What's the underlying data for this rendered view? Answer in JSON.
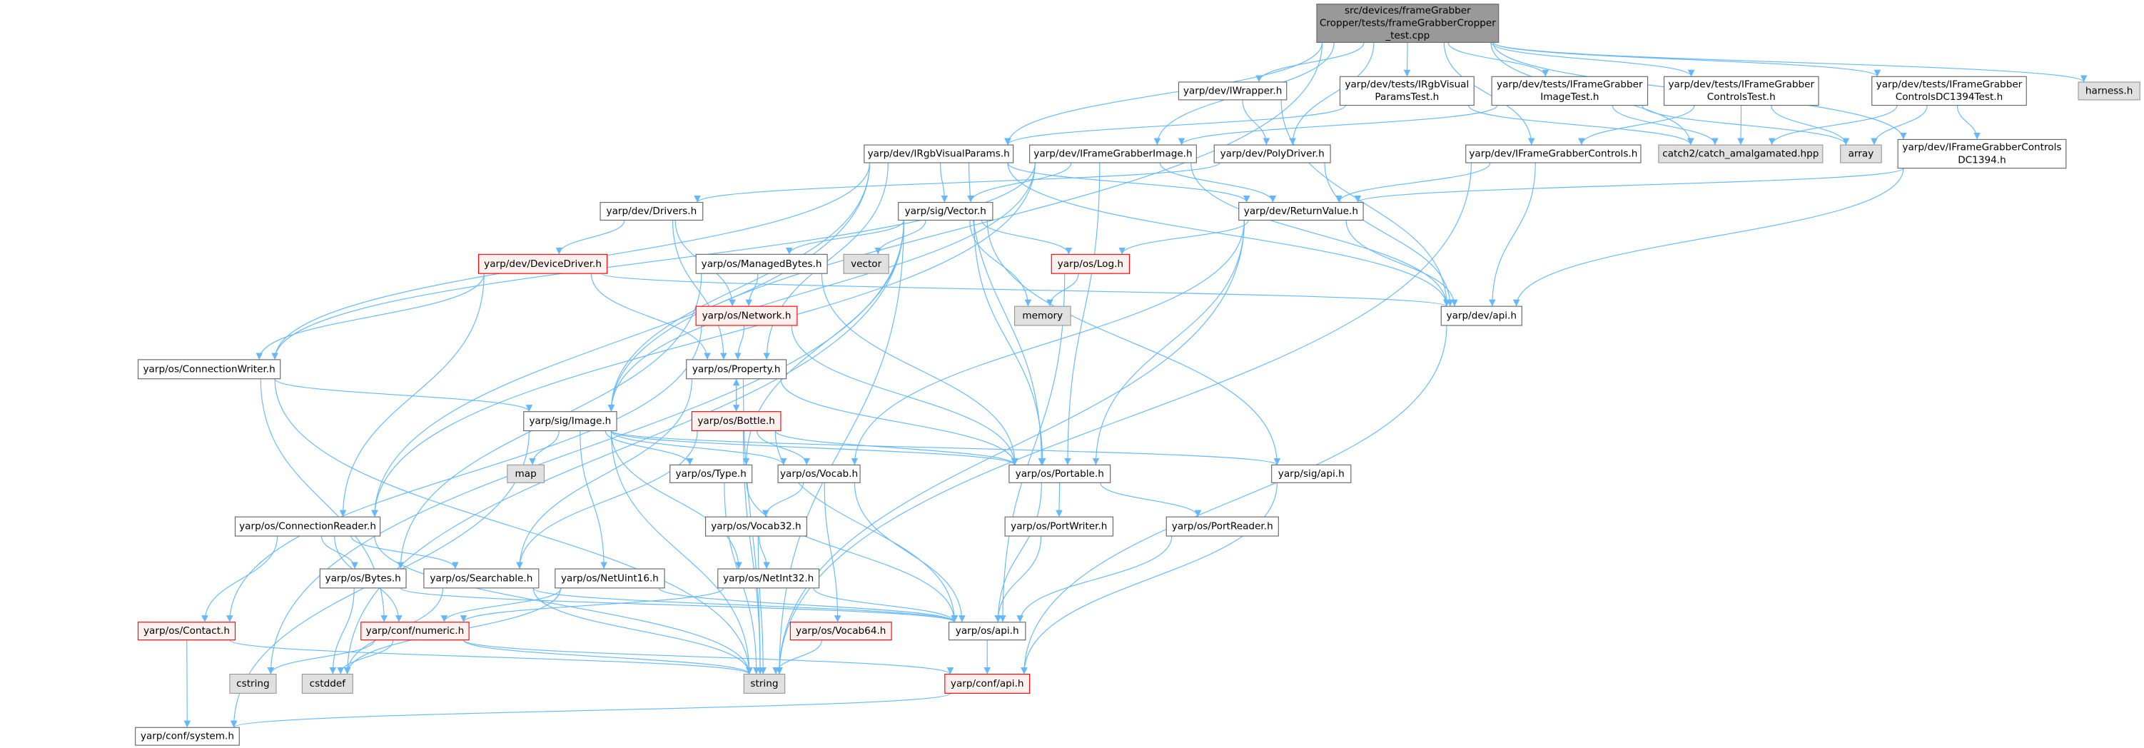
{
  "colors": {
    "edge": "#63b8ff",
    "root_fill": "#999999",
    "external_fill": "#e0e0e0",
    "truncated_border": "#ff0000",
    "truncated_fill": "#fff0f0"
  },
  "nodes": [
    {
      "id": "root",
      "kind": "root",
      "lines": [
        "src/devices/frameGrabber",
        "Cropper/tests/frameGrabberCropper",
        "_test.cpp"
      ]
    },
    {
      "id": "IWrapper",
      "kind": "normal",
      "lines": [
        "yarp/dev/IWrapper.h"
      ]
    },
    {
      "id": "IRgbVisualParamsTest",
      "kind": "normal",
      "lines": [
        "yarp/dev/tests/IRgbVisual",
        "ParamsTest.h"
      ]
    },
    {
      "id": "IFrameGrabberImageTest",
      "kind": "normal",
      "lines": [
        "yarp/dev/tests/IFrameGrabber",
        "ImageTest.h"
      ]
    },
    {
      "id": "IFrameGrabberControlsTest",
      "kind": "normal",
      "lines": [
        "yarp/dev/tests/IFrameGrabber",
        "ControlsTest.h"
      ]
    },
    {
      "id": "DC1394Test",
      "kind": "normal",
      "lines": [
        "yarp/dev/tests/IFrameGrabber",
        "ControlsDC1394Test.h"
      ]
    },
    {
      "id": "harness",
      "kind": "external",
      "lines": [
        "harness.h"
      ]
    },
    {
      "id": "IRgbVisualParams",
      "kind": "normal",
      "lines": [
        "yarp/dev/IRgbVisualParams.h"
      ]
    },
    {
      "id": "IFrameGrabberImage",
      "kind": "normal",
      "lines": [
        "yarp/dev/IFrameGrabberImage.h"
      ]
    },
    {
      "id": "PolyDriver",
      "kind": "normal",
      "lines": [
        "yarp/dev/PolyDriver.h"
      ]
    },
    {
      "id": "IFrameGrabberControls",
      "kind": "normal",
      "lines": [
        "yarp/dev/IFrameGrabberControls.h"
      ]
    },
    {
      "id": "catch2",
      "kind": "external",
      "lines": [
        "catch2/catch_amalgamated.hpp"
      ]
    },
    {
      "id": "array",
      "kind": "external",
      "lines": [
        "array"
      ]
    },
    {
      "id": "DC1394",
      "kind": "normal",
      "lines": [
        "yarp/dev/IFrameGrabberControls",
        "DC1394.h"
      ]
    },
    {
      "id": "Drivers",
      "kind": "normal",
      "lines": [
        "yarp/dev/Drivers.h"
      ]
    },
    {
      "id": "Vector",
      "kind": "normal",
      "lines": [
        "yarp/sig/Vector.h"
      ]
    },
    {
      "id": "ReturnValue",
      "kind": "normal",
      "lines": [
        "yarp/dev/ReturnValue.h"
      ]
    },
    {
      "id": "DeviceDriver",
      "kind": "truncated",
      "lines": [
        "yarp/dev/DeviceDriver.h"
      ]
    },
    {
      "id": "ManagedBytes",
      "kind": "normal",
      "lines": [
        "yarp/os/ManagedBytes.h"
      ]
    },
    {
      "id": "vector",
      "kind": "external",
      "lines": [
        "vector"
      ]
    },
    {
      "id": "Log",
      "kind": "truncated",
      "lines": [
        "yarp/os/Log.h"
      ]
    },
    {
      "id": "memory",
      "kind": "external",
      "lines": [
        "memory"
      ]
    },
    {
      "id": "Network",
      "kind": "truncated",
      "lines": [
        "yarp/os/Network.h"
      ]
    },
    {
      "id": "devapi",
      "kind": "normal",
      "lines": [
        "yarp/dev/api.h"
      ]
    },
    {
      "id": "ConnectionWriter",
      "kind": "normal",
      "lines": [
        "yarp/os/ConnectionWriter.h"
      ]
    },
    {
      "id": "Property",
      "kind": "normal",
      "lines": [
        "yarp/os/Property.h"
      ]
    },
    {
      "id": "Image",
      "kind": "normal",
      "lines": [
        "yarp/sig/Image.h"
      ]
    },
    {
      "id": "Bottle",
      "kind": "truncated",
      "lines": [
        "yarp/os/Bottle.h"
      ]
    },
    {
      "id": "map",
      "kind": "external",
      "lines": [
        "map"
      ]
    },
    {
      "id": "Type",
      "kind": "normal",
      "lines": [
        "yarp/os/Type.h"
      ]
    },
    {
      "id": "Vocab",
      "kind": "normal",
      "lines": [
        "yarp/os/Vocab.h"
      ]
    },
    {
      "id": "Portable",
      "kind": "normal",
      "lines": [
        "yarp/os/Portable.h"
      ]
    },
    {
      "id": "sigapi",
      "kind": "normal",
      "lines": [
        "yarp/sig/api.h"
      ]
    },
    {
      "id": "ConnectionReader",
      "kind": "normal",
      "lines": [
        "yarp/os/ConnectionReader.h"
      ]
    },
    {
      "id": "Vocab32",
      "kind": "normal",
      "lines": [
        "yarp/os/Vocab32.h"
      ]
    },
    {
      "id": "PortWriter",
      "kind": "normal",
      "lines": [
        "yarp/os/PortWriter.h"
      ]
    },
    {
      "id": "PortReader",
      "kind": "normal",
      "lines": [
        "yarp/os/PortReader.h"
      ]
    },
    {
      "id": "Bytes",
      "kind": "normal",
      "lines": [
        "yarp/os/Bytes.h"
      ]
    },
    {
      "id": "Searchable",
      "kind": "normal",
      "lines": [
        "yarp/os/Searchable.h"
      ]
    },
    {
      "id": "NetUint16",
      "kind": "normal",
      "lines": [
        "yarp/os/NetUint16.h"
      ]
    },
    {
      "id": "NetInt32",
      "kind": "normal",
      "lines": [
        "yarp/os/NetInt32.h"
      ]
    },
    {
      "id": "Contact",
      "kind": "truncated",
      "lines": [
        "yarp/os/Contact.h"
      ]
    },
    {
      "id": "numeric",
      "kind": "truncated",
      "lines": [
        "yarp/conf/numeric.h"
      ]
    },
    {
      "id": "Vocab64",
      "kind": "truncated",
      "lines": [
        "yarp/os/Vocab64.h"
      ]
    },
    {
      "id": "osapi",
      "kind": "normal",
      "lines": [
        "yarp/os/api.h"
      ]
    },
    {
      "id": "cstring",
      "kind": "external",
      "lines": [
        "cstring"
      ]
    },
    {
      "id": "cstddef",
      "kind": "external",
      "lines": [
        "cstddef"
      ]
    },
    {
      "id": "string",
      "kind": "external",
      "lines": [
        "string"
      ]
    },
    {
      "id": "confapi",
      "kind": "truncated",
      "lines": [
        "yarp/conf/api.h"
      ]
    },
    {
      "id": "system",
      "kind": "normal",
      "lines": [
        "yarp/conf/system.h"
      ]
    }
  ],
  "edges": [
    [
      "root",
      "IWrapper"
    ],
    [
      "root",
      "IRgbVisualParamsTest"
    ],
    [
      "root",
      "IFrameGrabberImageTest"
    ],
    [
      "root",
      "IFrameGrabberControlsTest"
    ],
    [
      "root",
      "DC1394Test"
    ],
    [
      "root",
      "harness"
    ],
    [
      "root",
      "IRgbVisualParams"
    ],
    [
      "root",
      "IFrameGrabberImage"
    ],
    [
      "root",
      "PolyDriver"
    ],
    [
      "root",
      "IFrameGrabberControls"
    ],
    [
      "root",
      "catch2"
    ],
    [
      "root",
      "DC1394"
    ],
    [
      "root",
      "Image"
    ],
    [
      "IWrapper",
      "PolyDriver"
    ],
    [
      "IWrapper",
      "devapi"
    ],
    [
      "IRgbVisualParamsTest",
      "IRgbVisualParams"
    ],
    [
      "IRgbVisualParamsTest",
      "catch2"
    ],
    [
      "IFrameGrabberImageTest",
      "IFrameGrabberImage"
    ],
    [
      "IFrameGrabberImageTest",
      "catch2"
    ],
    [
      "IFrameGrabberImageTest",
      "array"
    ],
    [
      "IFrameGrabberControlsTest",
      "IFrameGrabberControls"
    ],
    [
      "IFrameGrabberControlsTest",
      "catch2"
    ],
    [
      "IFrameGrabberControlsTest",
      "array"
    ],
    [
      "DC1394Test",
      "catch2"
    ],
    [
      "DC1394Test",
      "array"
    ],
    [
      "DC1394Test",
      "DC1394"
    ],
    [
      "DC1394",
      "ReturnValue"
    ],
    [
      "DC1394",
      "devapi"
    ],
    [
      "IFrameGrabberControls",
      "ReturnValue"
    ],
    [
      "IFrameGrabberControls",
      "devapi"
    ],
    [
      "IFrameGrabberControls",
      "string"
    ],
    [
      "IRgbVisualParams",
      "Vector"
    ],
    [
      "IRgbVisualParams",
      "ReturnValue"
    ],
    [
      "IRgbVisualParams",
      "devapi"
    ],
    [
      "IRgbVisualParams",
      "Property"
    ],
    [
      "IRgbVisualParams",
      "ConnectionWriter"
    ],
    [
      "IRgbVisualParams",
      "ConnectionReader"
    ],
    [
      "IRgbVisualParams",
      "Portable"
    ],
    [
      "IRgbVisualParams",
      "Image"
    ],
    [
      "IFrameGrabberImage",
      "Vector"
    ],
    [
      "IFrameGrabberImage",
      "Image"
    ],
    [
      "IFrameGrabberImage",
      "ReturnValue"
    ],
    [
      "IFrameGrabberImage",
      "devapi"
    ],
    [
      "IFrameGrabberImage",
      "Portable"
    ],
    [
      "IFrameGrabberImage",
      "ConnectionReader"
    ],
    [
      "IFrameGrabberImage",
      "ConnectionWriter"
    ],
    [
      "PolyDriver",
      "Drivers"
    ],
    [
      "PolyDriver",
      "devapi"
    ],
    [
      "Drivers",
      "DeviceDriver"
    ],
    [
      "Drivers",
      "Property"
    ],
    [
      "Drivers",
      "Network"
    ],
    [
      "DeviceDriver",
      "ConnectionWriter"
    ],
    [
      "DeviceDriver",
      "ConnectionReader"
    ],
    [
      "DeviceDriver",
      "Property"
    ],
    [
      "DeviceDriver",
      "devapi"
    ],
    [
      "Vector",
      "ManagedBytes"
    ],
    [
      "Vector",
      "vector"
    ],
    [
      "Vector",
      "Log"
    ],
    [
      "Vector",
      "memory"
    ],
    [
      "Vector",
      "Portable"
    ],
    [
      "Vector",
      "sigapi"
    ],
    [
      "Vector",
      "Type"
    ],
    [
      "Vector",
      "cstring"
    ],
    [
      "Vector",
      "cstddef"
    ],
    [
      "Vector",
      "string"
    ],
    [
      "ReturnValue",
      "Log"
    ],
    [
      "ReturnValue",
      "devapi"
    ],
    [
      "ReturnValue",
      "Portable"
    ],
    [
      "ReturnValue",
      "Vocab"
    ],
    [
      "ReturnValue",
      "string"
    ],
    [
      "Log",
      "memory"
    ],
    [
      "Log",
      "osapi"
    ],
    [
      "ManagedBytes",
      "Network"
    ],
    [
      "ManagedBytes",
      "Bytes"
    ],
    [
      "ManagedBytes",
      "Portable"
    ],
    [
      "Network",
      "Property"
    ],
    [
      "Network",
      "Portable"
    ],
    [
      "Network",
      "Contact"
    ],
    [
      "devapi",
      "confapi"
    ],
    [
      "ConnectionWriter",
      "Image"
    ],
    [
      "ConnectionWriter",
      "numeric"
    ],
    [
      "ConnectionWriter",
      "string"
    ],
    [
      "Property",
      "Bottle"
    ],
    [
      "Property",
      "Searchable"
    ],
    [
      "Property",
      "Portable"
    ],
    [
      "Property",
      "string"
    ],
    [
      "Bottle",
      "Property"
    ],
    [
      "Bottle",
      "Vocab"
    ],
    [
      "Bottle",
      "Searchable"
    ],
    [
      "Bottle",
      "Portable"
    ],
    [
      "Bottle",
      "string"
    ],
    [
      "Bottle",
      "osapi"
    ],
    [
      "Image",
      "map"
    ],
    [
      "Image",
      "Type"
    ],
    [
      "Image",
      "Vocab"
    ],
    [
      "Image",
      "NetUint16"
    ],
    [
      "Image",
      "NetInt32"
    ],
    [
      "Image",
      "Portable"
    ],
    [
      "Image",
      "sigapi"
    ],
    [
      "Image",
      "system"
    ],
    [
      "Image",
      "string"
    ],
    [
      "Type",
      "string"
    ],
    [
      "Type",
      "osapi"
    ],
    [
      "Vocab",
      "Vocab32"
    ],
    [
      "Vocab",
      "Vocab64"
    ],
    [
      "Vocab",
      "osapi"
    ],
    [
      "Vocab32",
      "NetInt32"
    ],
    [
      "Vocab32",
      "string"
    ],
    [
      "ConnectionReader",
      "Contact"
    ],
    [
      "ConnectionReader",
      "Bytes"
    ],
    [
      "ConnectionReader",
      "Searchable"
    ],
    [
      "ConnectionReader",
      "numeric"
    ],
    [
      "ConnectionReader",
      "string"
    ],
    [
      "Bytes",
      "cstddef"
    ],
    [
      "Bytes",
      "osapi"
    ],
    [
      "Searchable",
      "string"
    ],
    [
      "Searchable",
      "osapi"
    ],
    [
      "Searchable",
      "cstddef"
    ],
    [
      "NetUint16",
      "numeric"
    ],
    [
      "NetUint16",
      "osapi"
    ],
    [
      "NetUint16",
      "cstddef"
    ],
    [
      "NetInt32",
      "numeric"
    ],
    [
      "NetInt32",
      "osapi"
    ],
    [
      "Contact",
      "system"
    ],
    [
      "Contact",
      "string"
    ],
    [
      "numeric",
      "cstring"
    ],
    [
      "numeric",
      "cstddef"
    ],
    [
      "numeric",
      "string"
    ],
    [
      "numeric",
      "confapi"
    ],
    [
      "Vocab64",
      "string"
    ],
    [
      "osapi",
      "confapi"
    ],
    [
      "confapi",
      "system"
    ],
    [
      "Portable",
      "PortWriter"
    ],
    [
      "Portable",
      "PortReader"
    ],
    [
      "Portable",
      "osapi"
    ],
    [
      "PortWriter",
      "osapi"
    ],
    [
      "PortReader",
      "osapi"
    ],
    [
      "sigapi",
      "confapi"
    ]
  ]
}
